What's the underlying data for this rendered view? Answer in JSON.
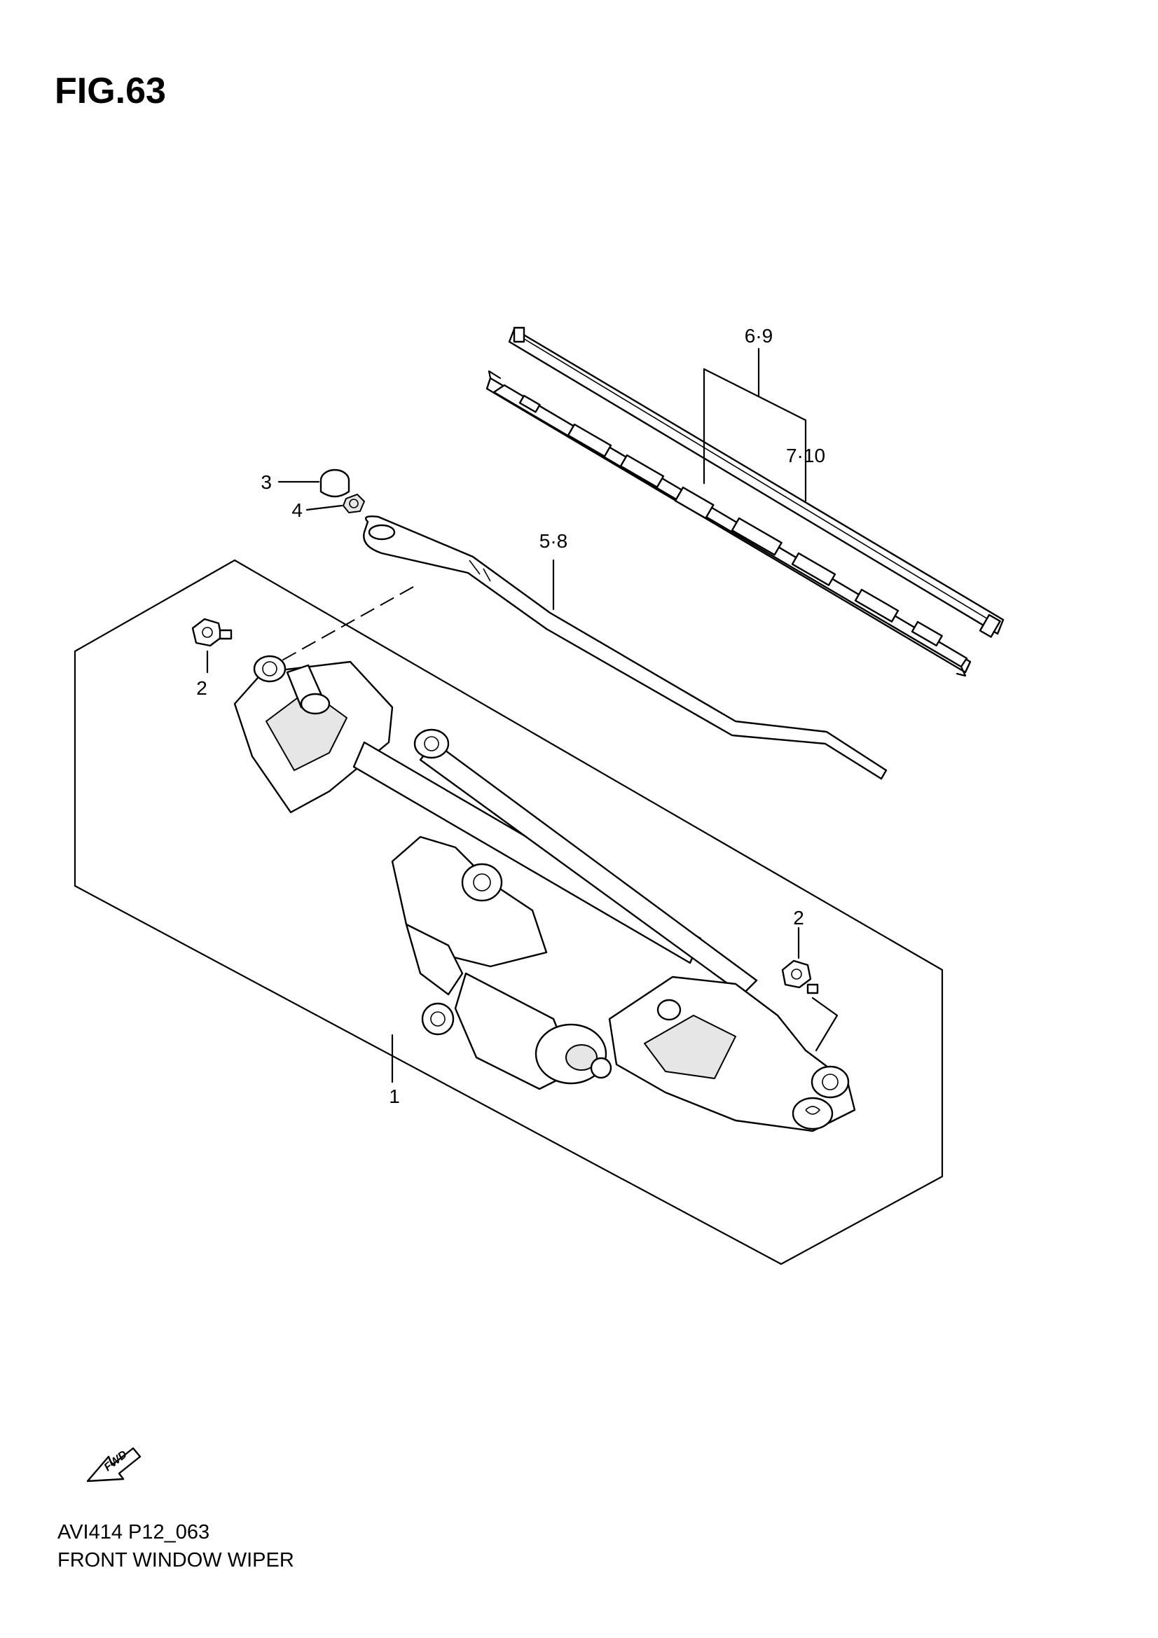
{
  "figure": {
    "title": "FIG.63"
  },
  "callouts": {
    "c1": "1",
    "c2a": "2",
    "c2b": "2",
    "c3": "3",
    "c4": "4",
    "c58": "5·8",
    "c69": "6·9",
    "c710": "7·10"
  },
  "fwd_arrow": {
    "label": "FWD"
  },
  "footer": {
    "code": "AVI414 P12_063",
    "name": "FRONT WINDOW WIPER"
  }
}
